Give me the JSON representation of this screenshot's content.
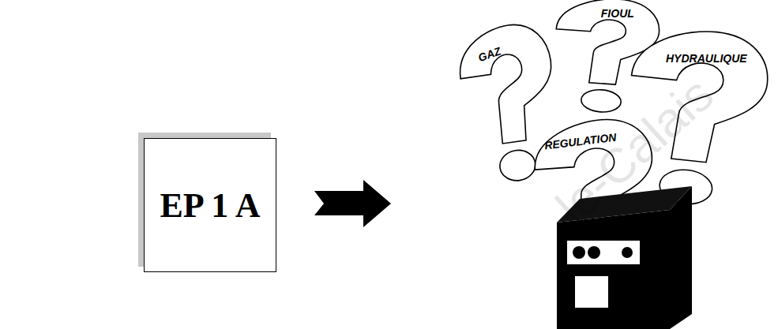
{
  "diagram": {
    "nodes": [
      {
        "text": [
          "EP 1 A"
        ]
      },
      {
        "text": [
          "GAZ"
        ]
      },
      {
        "text": [
          "FIOUL"
        ]
      },
      {
        "text": [
          "HYDRAULIQUE"
        ]
      },
      {
        "text": [
          "REGULATION"
        ]
      }
    ],
    "labels": [
      "le-Calais"
    ]
  }
}
